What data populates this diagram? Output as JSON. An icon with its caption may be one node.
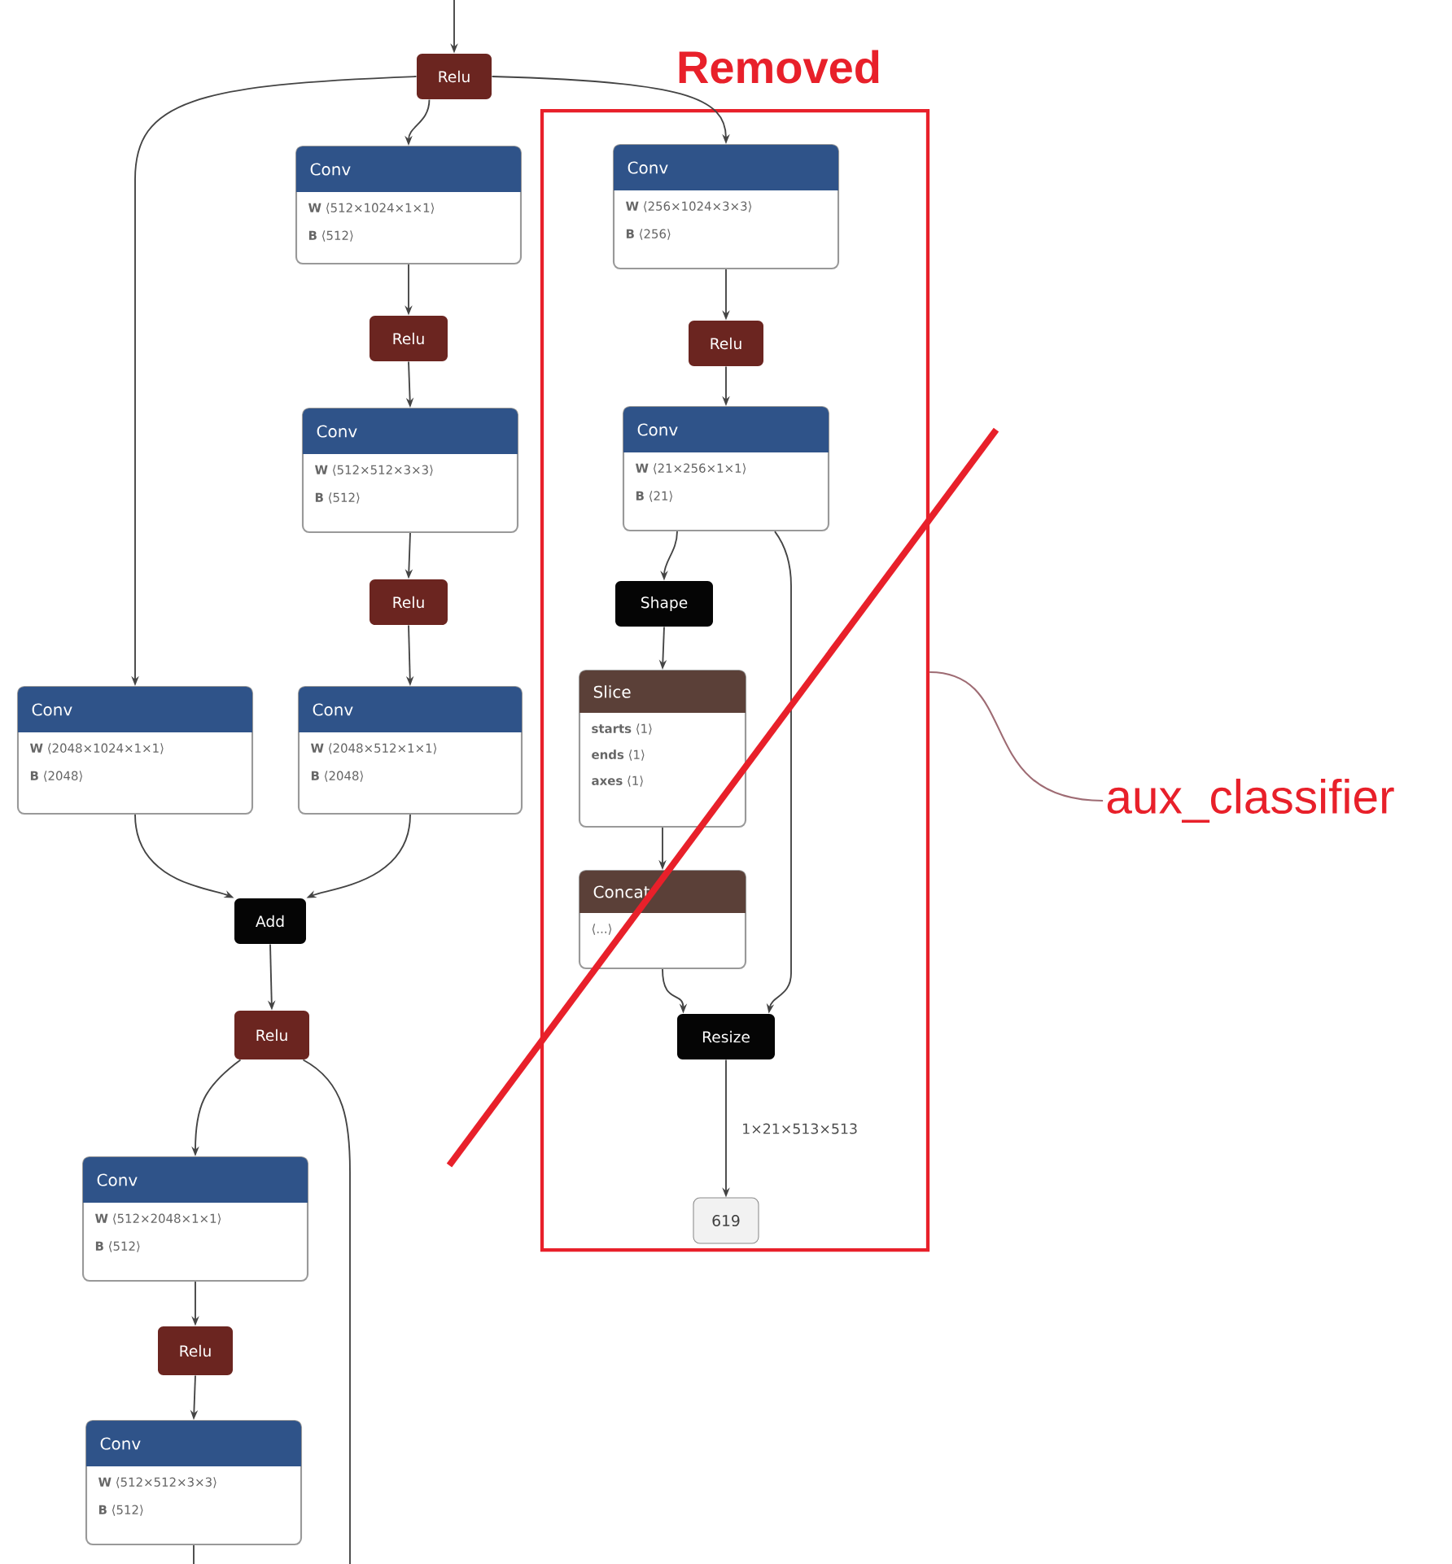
{
  "diagram": {
    "nodes": [
      {
        "text": [
          "Relu"
        ]
      },
      {
        "text": [
          "Removed"
        ]
      },
      {
        "text": [
          "Conv",
          "**W** ⟨512×1024×1×1⟩",
          "**B** ⟨512⟩"
        ]
      },
      {
        "text": [
          "Conv",
          "**W** ⟨256×1024×3×3⟩",
          "**B** ⟨256⟩"
        ],
        "in": 1
      },
      {
        "text": [
          "Relu"
        ]
      },
      {
        "text": [
          "Relu"
        ],
        "in": 1
      },
      {
        "text": [
          "Conv",
          "**W** ⟨512×512×3×3⟩",
          "**B** ⟨512⟩"
        ]
      },
      {
        "text": [
          "Conv",
          "**W** ⟨21×256×1×1⟩",
          "**B** ⟨21⟩"
        ],
        "in": 1
      },
      {
        "text": [
          "Shape"
        ],
        "in": 1
      },
      {
        "text": [
          "Relu"
        ]
      },
      {
        "text": [
          "Conv",
          "**W** ⟨2048×1024×1×1⟩",
          "**B** ⟨2048⟩"
        ]
      },
      {
        "text": [
          "Conv",
          "**W** ⟨2048×512×1×1⟩",
          "**B** ⟨2048⟩"
        ]
      },
      {
        "text": [
          "Slice",
          "**starts** ⟨1⟩",
          "**ends** ⟨1⟩",
          "**axes** ⟨1⟩"
        ],
        "in": 1
      },
      {
        "text": [
          "Concat",
          "⟨...⟩"
        ],
        "in": 1
      },
      {
        "text": [
          "Add"
        ]
      },
      {
        "text": [
          "Relu"
        ]
      },
      {
        "text": [
          "Resize"
        ],
        "in": 1
      },
      {
        "text": [
          "Conv",
          "**W** ⟨512×2048×1×1⟩",
          "**B** ⟨512⟩"
        ]
      },
      {
        "text": [
          "619"
        ],
        "in": 1
      },
      {
        "text": [
          "Relu"
        ]
      },
      {
        "text": [
          "Conv",
          "**W** ⟨512×512×3×3⟩",
          "**B** ⟨512⟩"
        ]
      },
      {
        "text": [
          "aux_classifier"
        ]
      }
    ],
    "edges": [
      {
        "from": null,
        "to": 0,
        "arrow": "to"
      },
      {
        "from": 0,
        "to": 2,
        "arrow": "to"
      },
      {
        "from": 0,
        "to": 3,
        "arrow": "to"
      },
      {
        "from": 0,
        "to": 10,
        "arrow": "to"
      },
      {
        "from": 2,
        "to": 4,
        "arrow": "to"
      },
      {
        "from": 4,
        "to": 6,
        "arrow": "to"
      },
      {
        "from": 6,
        "to": 9,
        "arrow": "to"
      },
      {
        "from": 9,
        "to": 11,
        "arrow": "to"
      },
      {
        "from": 3,
        "to": 5,
        "arrow": "to"
      },
      {
        "from": 5,
        "to": 7,
        "arrow": "to"
      },
      {
        "from": 7,
        "to": 8,
        "arrow": "to"
      },
      {
        "from": 7,
        "to": 16,
        "arrow": "to"
      },
      {
        "from": 8,
        "to": 12,
        "arrow": "to"
      },
      {
        "from": 12,
        "to": 13,
        "arrow": "to"
      },
      {
        "from": 13,
        "to": 16,
        "arrow": "to"
      },
      {
        "from": 16,
        "to": 18,
        "arrow": "to",
        "label": "1×21×513×513"
      },
      {
        "from": 10,
        "to": 14,
        "arrow": "to"
      },
      {
        "from": 11,
        "to": 14,
        "arrow": "to"
      },
      {
        "from": 14,
        "to": 15,
        "arrow": "to"
      },
      {
        "from": 15,
        "to": 17,
        "arrow": "to"
      },
      {
        "from": 15,
        "to": null,
        "arrow": "none"
      },
      {
        "from": 17,
        "to": 19,
        "arrow": "to"
      },
      {
        "from": 19,
        "to": 20,
        "arrow": "to"
      },
      {
        "from": 20,
        "to": null,
        "arrow": "none"
      },
      {
        "from": 21,
        "to": 1,
        "arrow": "none",
        "color": "#9e6b73"
      }
    ]
  }
}
